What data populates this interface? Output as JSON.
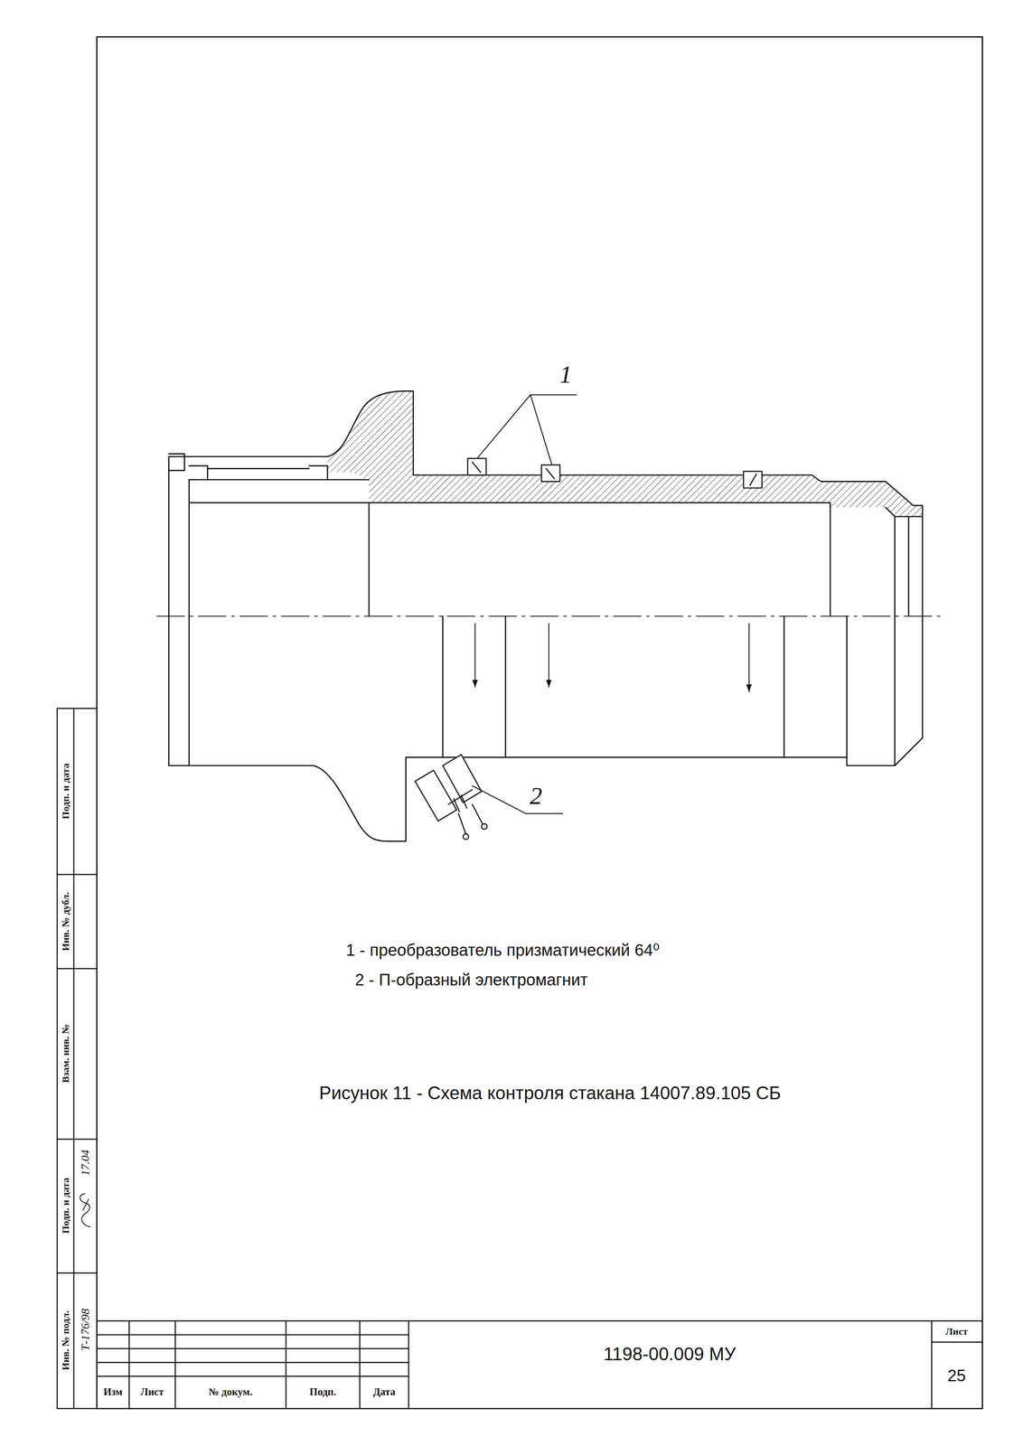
{
  "diagram": {
    "caption": "Рисунок 11 - Схема контроля стакана  14007.89.105 СБ",
    "labels": [
      "1",
      "2",
      "1 - преобразователь призматический 64⁰",
      "2 - П-образный электромагнит",
      "1198-00.009 МУ",
      "Лист",
      "25",
      "Изм",
      "Лист",
      "№ докум.",
      "Подп.",
      "Дата",
      "Подп. и дата",
      "Инв. № дубл.",
      "Взам. инв. №",
      "Подп. и дата",
      "Инв. № подл.",
      "17.04",
      "Т-176/98"
    ]
  }
}
